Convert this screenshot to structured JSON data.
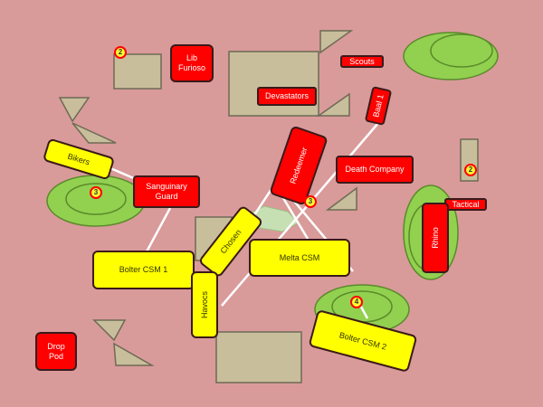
{
  "units": {
    "lib_furioso": "Lib\nFurioso",
    "scouts": "Scouts",
    "devastators": "Devastators",
    "baal1": "Baal 1",
    "bikers": "Bikers",
    "redeemer": "Redeemer",
    "death_company": "Death Company",
    "sanguinary_guard": "Sanguinary\nGuard",
    "tactical": "Tactical",
    "rhino": "Rhino",
    "chosen": "Chosen",
    "bolter_csm1": "Bolter CSM 1",
    "melta_csm": "Melta CSM",
    "havocs": "Havocs",
    "bolter_csm2": "Bolter CSM 2",
    "drop_pod": "Drop\nPod"
  },
  "markers": {
    "m1": "2",
    "m2": "2",
    "m3": "3",
    "m4": "3",
    "m5": "4"
  },
  "colors": {
    "background": "#d99a9a",
    "terrain": "#c8be9b",
    "forest": "#92d050",
    "imperial": "#ff0000",
    "chaos": "#ffff00"
  }
}
